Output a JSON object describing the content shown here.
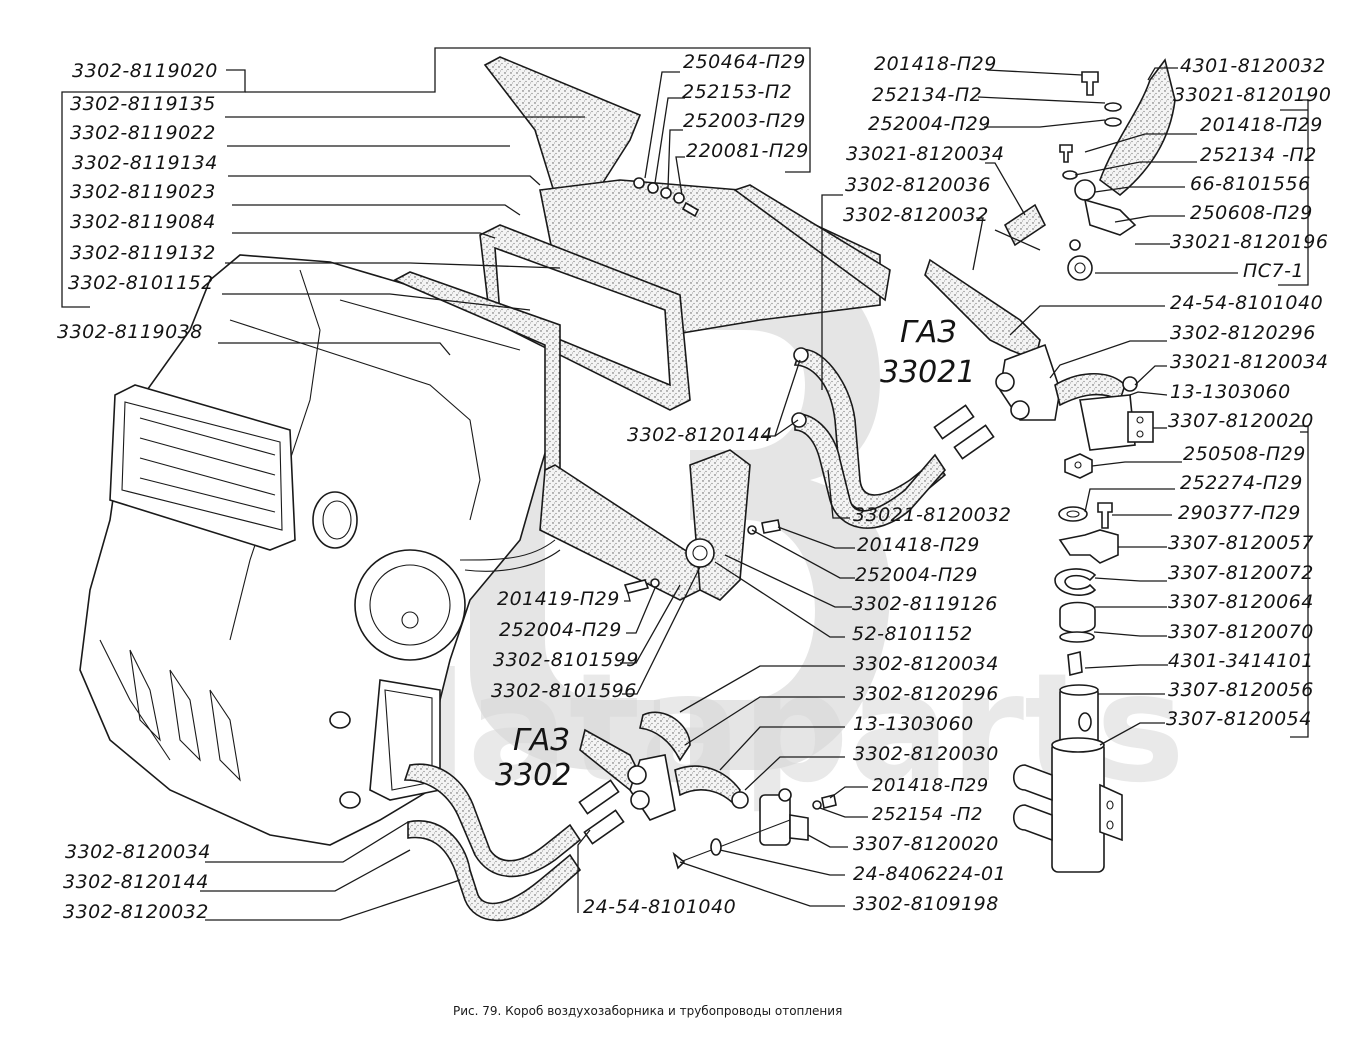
{
  "figure": {
    "caption": "Рис. 79. Короб воздухозаборника  и трубопроводы отопления",
    "watermark": "dataparts",
    "models": [
      {
        "line1": "ГАЗ",
        "line2": "33021"
      },
      {
        "line1": "ГАЗ",
        "line2": "3302"
      }
    ]
  },
  "labels": {
    "left_group_header": "3302-8119020",
    "left_group": [
      "3302-8119135",
      "3302-8119022",
      "3302-8119134",
      "3302-8119023",
      "3302-8119084",
      "3302-8119132",
      "3302-8101152"
    ],
    "left_single": "3302-8119038",
    "top_fasteners": [
      "250464-П29",
      "252153-П2",
      "252003-П29",
      "220081-П29"
    ],
    "top_mid": [
      "201418-П29",
      "252134-П2",
      "252004-П29",
      "33021-8120034",
      "3302-8120036",
      "3302-8120032"
    ],
    "right_top_header": "4301-8120032",
    "right_top_group_header": "33021-8120190",
    "right_top_group": [
      "201418-П29",
      "252134 -П2",
      "66-8101556",
      "250608-П29",
      "33021-8120196",
      "ПС7-1"
    ],
    "right_mid": [
      "24-54-8101040",
      "3302-8120296",
      "33021-8120034",
      "13-1303060"
    ],
    "valve_group_header": "3307-8120020",
    "valve_group": [
      "250508-П29",
      "252274-П29",
      "290377-П29",
      "3307-8120057",
      "3307-8120072",
      "3307-8120064",
      "3307-8120070",
      "4301-3414101",
      "3307-8120056",
      "3307-8120054"
    ],
    "center_hose_clamp": "3302-8120144",
    "center_right": [
      "33021-8120032",
      "201418-П29",
      "252004-П29",
      "3302-8119126",
      "52-8101152"
    ],
    "center_left": [
      "201419-П29",
      "252004-П29",
      "3302-8101599",
      "3302-8101596"
    ],
    "lower_mid": [
      "3302-8120034",
      "3302-8120296",
      "13-1303060",
      "3302-8120030",
      "201418-П29",
      "252154 -П2",
      "3307-8120020",
      "24-8406224-01",
      "3302-8109198"
    ],
    "bottom_left": [
      "3302-8120034",
      "3302-8120144",
      "3302-8120032"
    ],
    "bottom_center": "24-54-8101040"
  }
}
